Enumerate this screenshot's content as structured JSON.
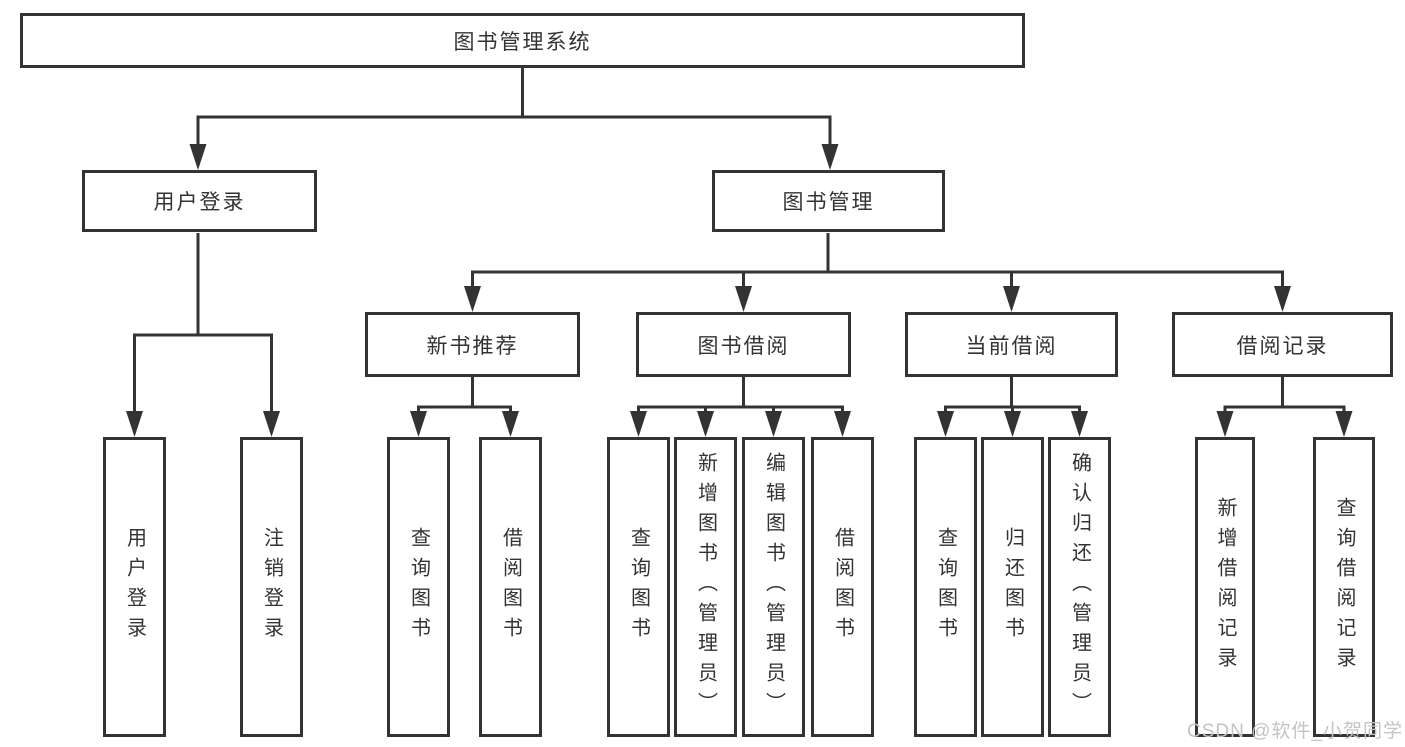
{
  "diagram": {
    "type": "tree",
    "title": "图书管理系统",
    "watermark": "CSDN @软件_小贺同学",
    "colors": {
      "line": "#333333",
      "border": "#333333",
      "text": "#333333",
      "background": "#ffffff",
      "watermark": "#c4c4c4"
    },
    "tree": {
      "label": "图书管理系统",
      "children": [
        {
          "label": "用户登录",
          "children": [
            {
              "label": "用户登录"
            },
            {
              "label": "注销登录"
            }
          ]
        },
        {
          "label": "图书管理",
          "children": [
            {
              "label": "新书推荐",
              "children": [
                {
                  "label": "查询图书"
                },
                {
                  "label": "借阅图书"
                }
              ]
            },
            {
              "label": "图书借阅",
              "children": [
                {
                  "label": "查询图书"
                },
                {
                  "label": "新增图书（管理员）"
                },
                {
                  "label": "编辑图书（管理员）"
                },
                {
                  "label": "借阅图书"
                }
              ]
            },
            {
              "label": "当前借阅",
              "children": [
                {
                  "label": "查询图书"
                },
                {
                  "label": "归还图书"
                },
                {
                  "label": "确认归还（管理员）"
                }
              ]
            },
            {
              "label": "借阅记录",
              "children": [
                {
                  "label": "新增借阅记录"
                },
                {
                  "label": "查询借阅记录"
                }
              ]
            }
          ]
        }
      ]
    }
  }
}
